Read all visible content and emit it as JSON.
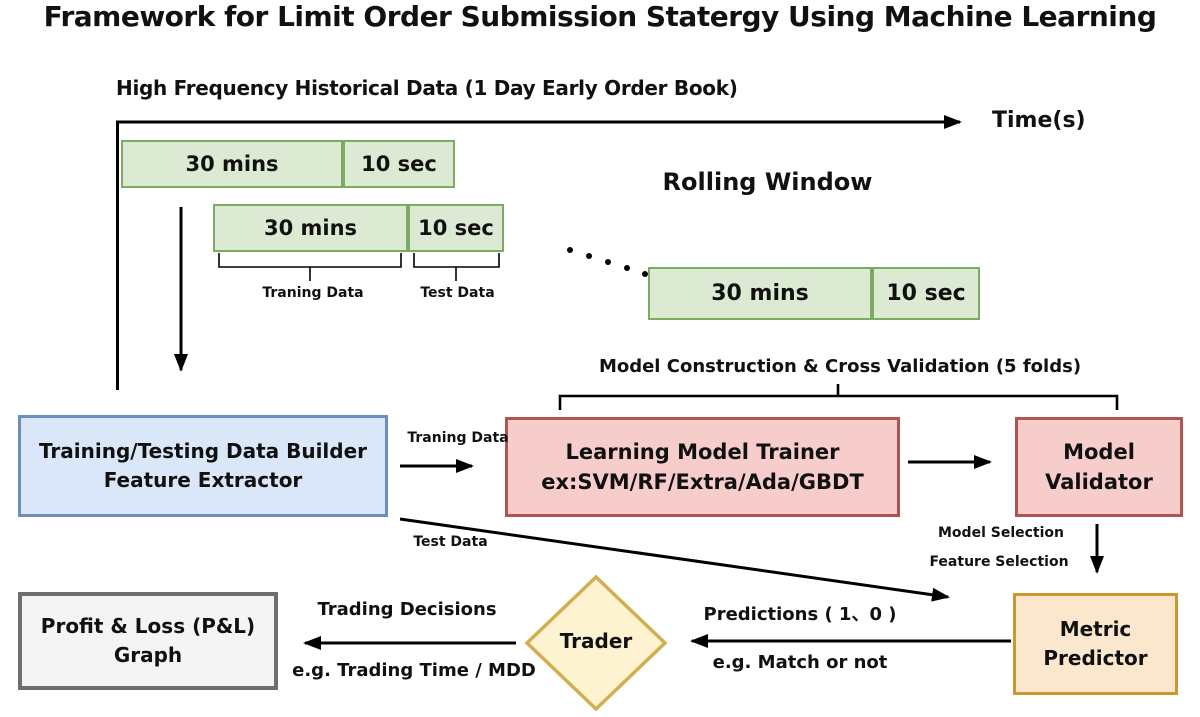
{
  "title": "Framework for Limit Order Submission Statergy Using Machine Learning",
  "timeline": {
    "label": "High Frequency Historical Data (1 Day Early Order Book)",
    "axis_label": "Time(s)",
    "rolling_window_label": "Rolling Window",
    "rows": [
      {
        "train": "30 mins",
        "test": "10 sec"
      },
      {
        "train": "30 mins",
        "test": "10 sec"
      },
      {
        "train": "30 mins",
        "test": "10 sec"
      }
    ],
    "train_label": "Traning Data",
    "test_label": "Test Data"
  },
  "pipeline": {
    "cross_validation_label": "Model Construction & Cross Validation (5 folds)",
    "data_builder": {
      "line1": "Training/Testing Data Builder",
      "line2": "Feature Extractor"
    },
    "trainer": {
      "line1": "Learning Model Trainer",
      "line2": "ex:SVM/RF/Extra/Ada/GBDT"
    },
    "validator": {
      "line1": "Model",
      "line2": "Validator"
    },
    "metric_predictor": {
      "line1": "Metric",
      "line2": "Predictor"
    },
    "trader": {
      "label": "Trader"
    },
    "pnl": {
      "line1": "Profit & Loss (P&L)",
      "line2": "Graph"
    }
  },
  "edges": {
    "traning_data": "Traning Data",
    "test_data": "Test Data",
    "model_selection": "Model Selection",
    "feature_selection": "Feature Selection",
    "predictions": "Predictions ( 1、0 )",
    "match_or_not": "e.g. Match or not",
    "trading_decisions": "Trading Decisions",
    "trading_time_mdd": "e.g. Trading Time / MDD"
  },
  "colors": {
    "green_fill": "#dcead3",
    "green_border": "#7dab64",
    "blue_fill": "#d9e7f8",
    "blue_border": "#6c8ebf",
    "red_fill": "#f6cdcb",
    "red_border": "#b05450",
    "orange_fill": "#fbe7cd",
    "orange_border": "#c9992e",
    "yellow_fill": "#fdf3d0",
    "yellow_border": "#d1ae4f",
    "grey_fill": "#f4f4f4",
    "grey_border": "#6e6e6e",
    "line": "#000000"
  }
}
